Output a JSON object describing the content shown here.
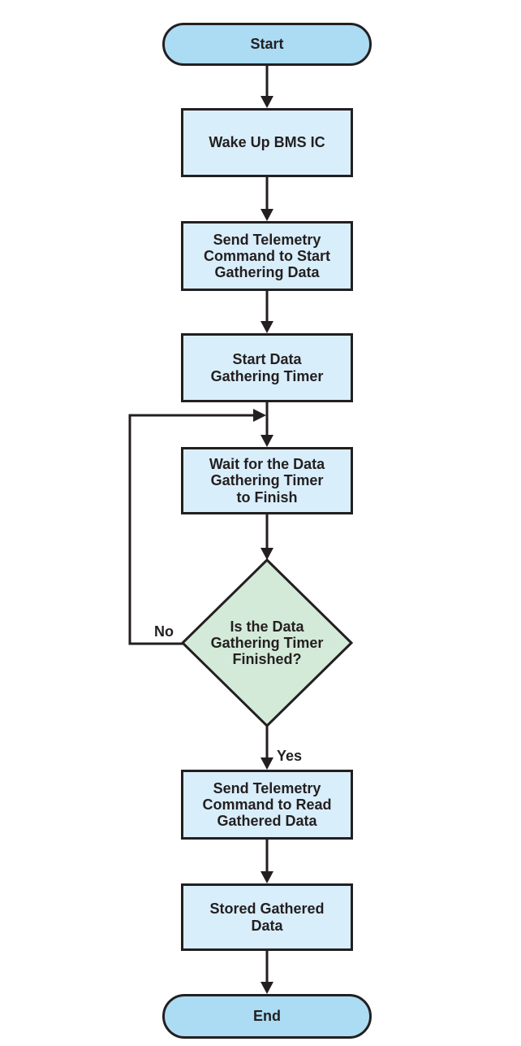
{
  "flowchart": {
    "nodes": {
      "start": {
        "type": "terminator",
        "label": "Start"
      },
      "wake_up": {
        "type": "process",
        "label": "Wake Up BMS IC"
      },
      "send_start": {
        "type": "process",
        "label": "Send Telemetry\nCommand to Start\nGathering Data"
      },
      "start_timer": {
        "type": "process",
        "label": "Start Data\nGathering Timer"
      },
      "wait_timer": {
        "type": "process",
        "label": "Wait for the Data\nGathering Timer\nto Finish"
      },
      "timer_finished": {
        "type": "decision",
        "label": "Is the Data\nGathering Timer\nFinished?"
      },
      "send_read": {
        "type": "process",
        "label": "Send Telemetry\nCommand to Read\nGathered Data"
      },
      "stored_data": {
        "type": "process",
        "label": "Stored Gathered\nData"
      },
      "end": {
        "type": "terminator",
        "label": "End"
      }
    },
    "edges": [
      {
        "from": "start",
        "to": "wake_up",
        "label": ""
      },
      {
        "from": "wake_up",
        "to": "send_start",
        "label": ""
      },
      {
        "from": "send_start",
        "to": "start_timer",
        "label": ""
      },
      {
        "from": "start_timer",
        "to": "wait_timer",
        "label": ""
      },
      {
        "from": "wait_timer",
        "to": "timer_finished",
        "label": ""
      },
      {
        "from": "timer_finished",
        "to": "wait_timer",
        "label": "No"
      },
      {
        "from": "timer_finished",
        "to": "send_read",
        "label": "Yes"
      },
      {
        "from": "send_read",
        "to": "stored_data",
        "label": ""
      },
      {
        "from": "stored_data",
        "to": "end",
        "label": ""
      }
    ],
    "colors": {
      "terminator_fill": "#abdcf3",
      "process_fill": "#d9eefb",
      "decision_fill": "#d4ead9",
      "line": "#231f20",
      "text": "#231f20",
      "background": "#ffffff"
    }
  }
}
